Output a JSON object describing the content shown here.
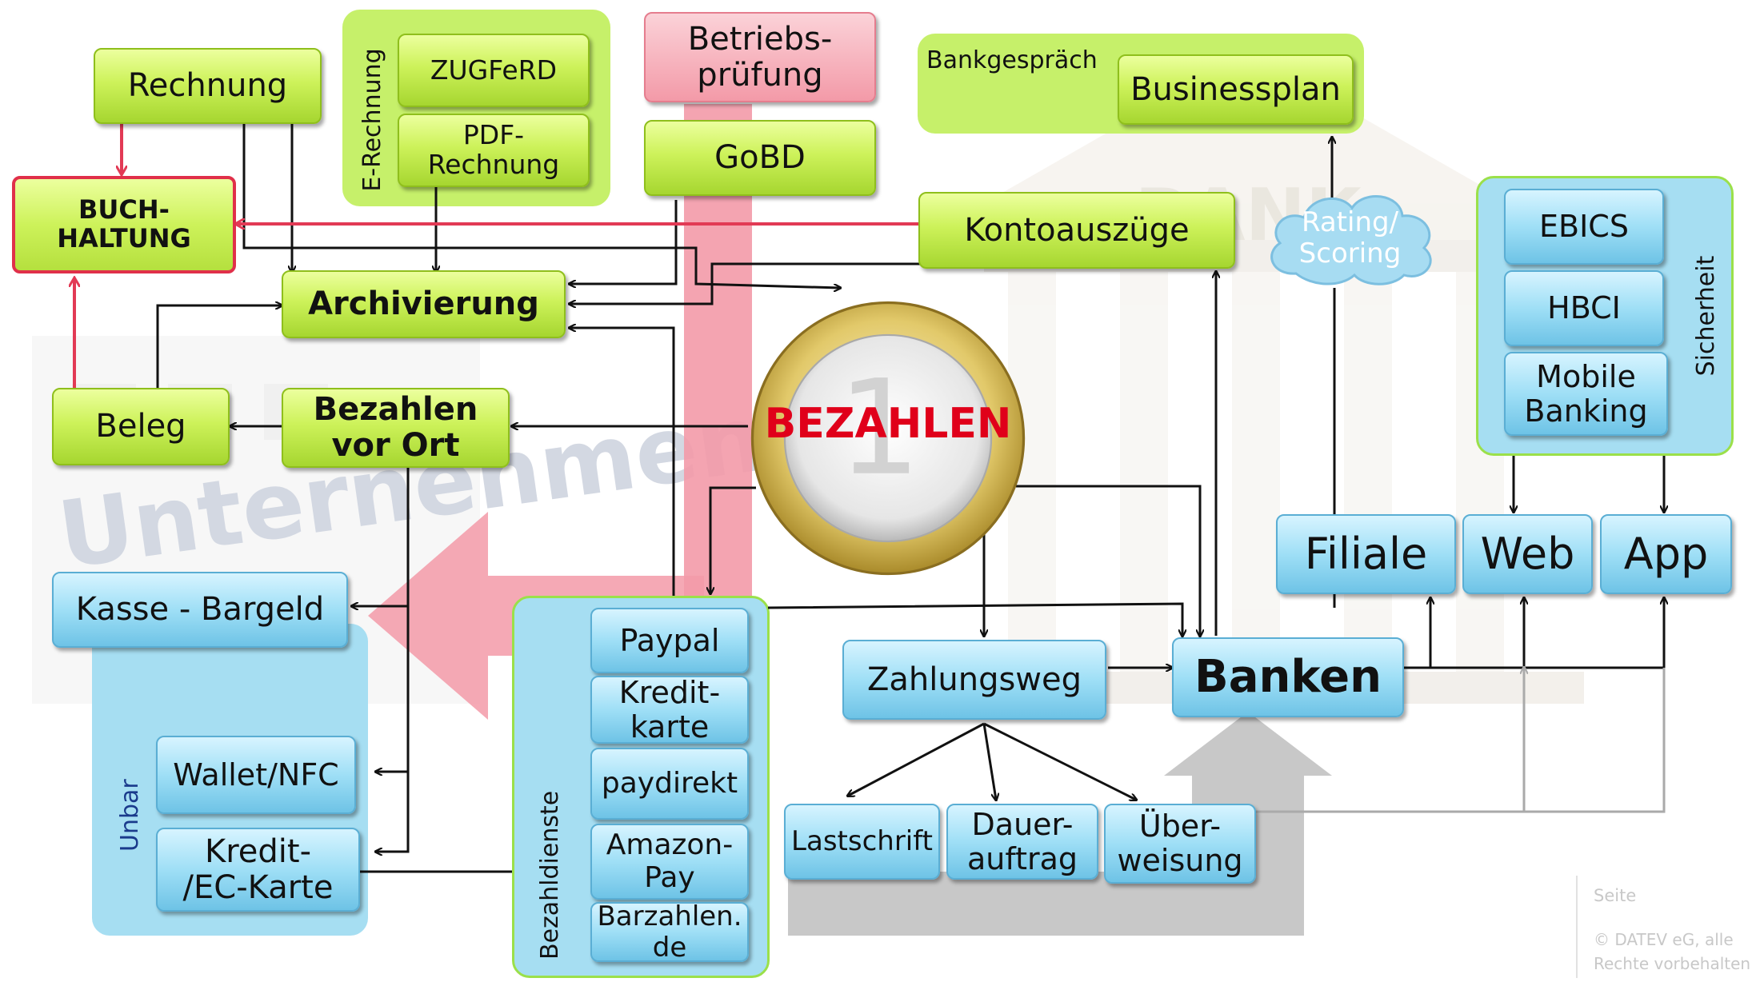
{
  "colors": {
    "green_box": "#cdf25a",
    "blue_box": "#9fdff6",
    "pink_box": "#f6a3ae",
    "red_border": "#e0304a",
    "center_text": "#e0001a",
    "watermark": "#d3d8e2"
  },
  "watermark_text": "Unternehmen",
  "watermark_bank": "BANK",
  "nodes": {
    "rechnung": "Rechnung",
    "e_rechnung_label": "E-Rechnung",
    "zugferd": "ZUGFeRD",
    "pdf_rechnung": "PDF-\nRechnung",
    "betriebspruefung": "Betriebs-\nprüfung",
    "gobd": "GoBD",
    "bankgespraech_label": "Bankgespräch",
    "businessplan": "Businessplan",
    "buchhaltung": "BUCH-\nHALTUNG",
    "kontoauszuege": "Kontoauszüge",
    "rating": "Rating/\nScoring",
    "archivierung": "Archivierung",
    "beleg": "Beleg",
    "bezahlen_vor_ort": "Bezahlen\nvor Ort",
    "bezahlen": "BEZAHLEN",
    "ebics": "EBICS",
    "hbci": "HBCI",
    "mobile_banking": "Mobile\nBanking",
    "sicherheit_label": "Sicherheit",
    "filiale": "Filiale",
    "web": "Web",
    "app": "App",
    "kasse": "Kasse - Bargeld",
    "unbar_label": "Unbar",
    "wallet": "Wallet/NFC",
    "kredit_ec": "Kredit-\n/EC-Karte",
    "bezahldienste_label": "Bezahldienste",
    "paypal": "Paypal",
    "kreditkarte": "Kredit-\nkarte",
    "paydirekt": "paydirekt",
    "amazon_pay": "Amazon-\nPay",
    "barzahlen": "Barzahlen.\nde",
    "zahlungsweg": "Zahlungsweg",
    "banken": "Banken",
    "lastschrift": "Lastschrift",
    "dauerauftrag": "Dauer-\nauftrag",
    "ueberweisung": "Über-\nweisung"
  },
  "footer": {
    "seite": "Seite",
    "copyright": "© DATEV eG, alle\nRechte vorbehalten"
  }
}
